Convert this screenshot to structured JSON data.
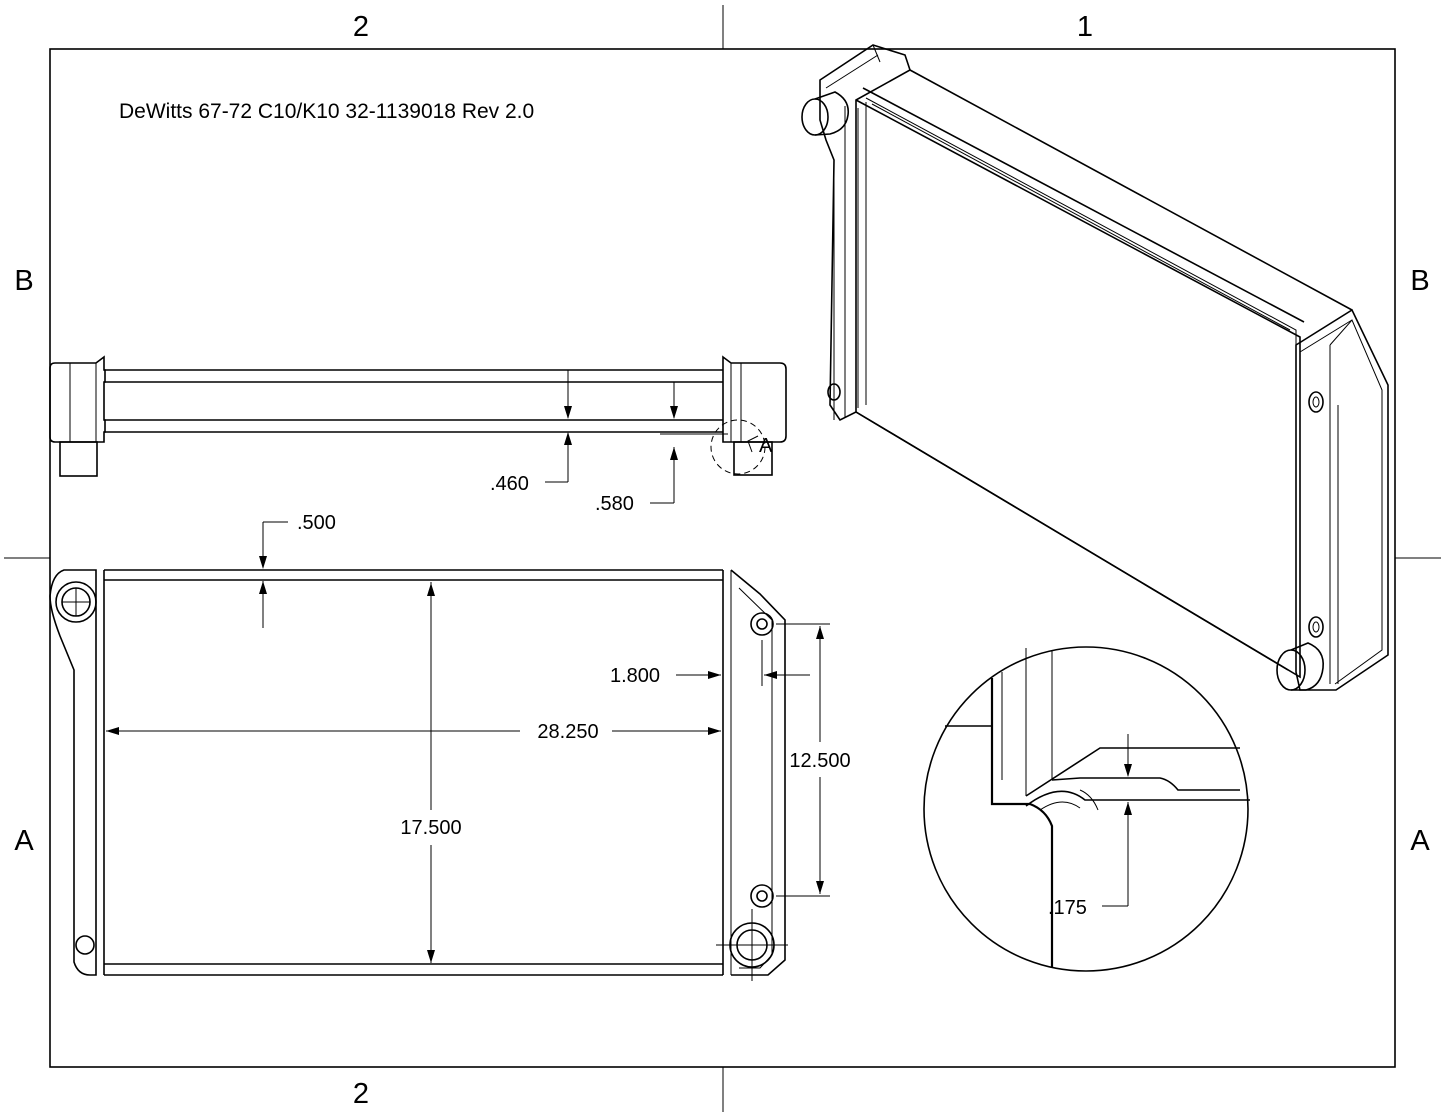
{
  "title": "DeWitts 67-72 C10/K10 32-1139018   Rev 2.0",
  "zones": {
    "top_left": "2",
    "top_right": "1",
    "bottom_left": "2",
    "left_upper": "B",
    "left_lower": "A",
    "right_upper": "B",
    "right_lower": "A"
  },
  "dimensions": {
    "d460": ".460",
    "d580": ".580",
    "d500": ".500",
    "d1800": "1.800",
    "d28250": "28.250",
    "d12500": "12.500",
    "d17500": "17.500",
    "d175": ".175"
  },
  "detail_label": "A"
}
